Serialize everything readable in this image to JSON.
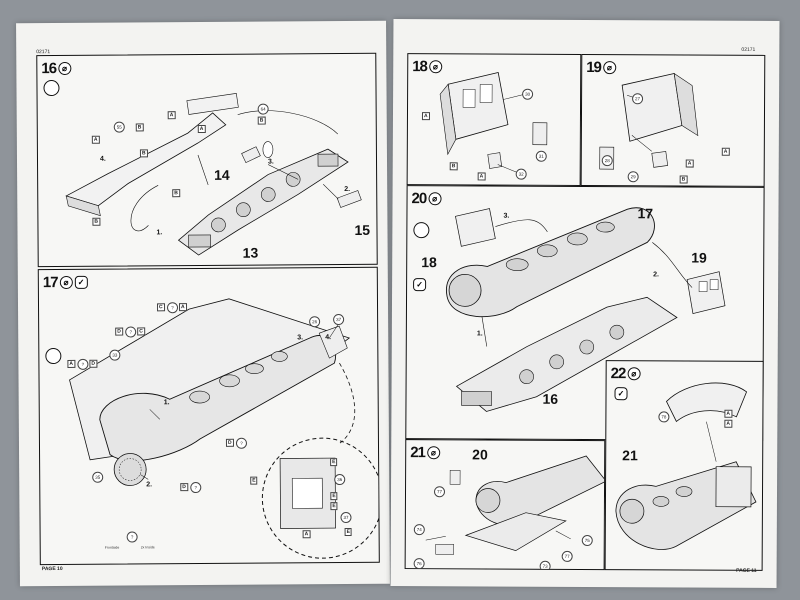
{
  "left_page": {
    "code": "02171",
    "page_label": "PAGE 10",
    "panels": [
      {
        "step": "16",
        "icons": [
          "glue-icon",
          "clock-icon"
        ],
        "parts": [
          "14",
          "13",
          "15"
        ],
        "small_parts": [
          "55",
          "64"
        ],
        "arrows": [
          "1.",
          "2.",
          "3.",
          "4."
        ],
        "tags": [
          "A",
          "B",
          "A",
          "B",
          "B",
          "A",
          "B",
          "B"
        ]
      },
      {
        "step": "17",
        "icons": [
          "glue-icon",
          "paint-icon",
          "clock-icon"
        ],
        "small_parts": [
          "35",
          "37",
          "33",
          "26",
          "36",
          "37"
        ],
        "arrows": [
          "1.",
          "2.",
          "3.",
          "4."
        ],
        "tags": [
          "C",
          "A",
          "D",
          "C",
          "A",
          "D",
          "D",
          "D",
          "E",
          "E",
          "E",
          "E",
          "E",
          "A"
        ],
        "callouts": [
          "?",
          "?",
          "?",
          "?",
          "?",
          "?"
        ],
        "notes": [
          "Frontside",
          "2x Inside"
        ]
      }
    ]
  },
  "right_page": {
    "code": "02171",
    "page_label": "PAGE 11",
    "panels": [
      {
        "step": "18",
        "icons": [
          "glue-icon"
        ],
        "small_parts": [
          "30",
          "31",
          "32"
        ],
        "tags": [
          "A",
          "B",
          "A"
        ]
      },
      {
        "step": "19",
        "icons": [
          "glue-icon"
        ],
        "small_parts": [
          "27",
          "28",
          "29"
        ],
        "tags": [
          "A",
          "A",
          "B"
        ]
      },
      {
        "step": "20",
        "icons": [
          "glue-icon",
          "clock-icon",
          "paint-icon"
        ],
        "parts": [
          "17",
          "18",
          "19",
          "16"
        ],
        "arrows": [
          "1.",
          "2.",
          "3."
        ]
      },
      {
        "step": "21",
        "icons": [
          "glue-icon"
        ],
        "parts": [
          "20"
        ],
        "small_parts": [
          "77",
          "74",
          "76",
          "75",
          "77",
          "73"
        ]
      },
      {
        "step": "22",
        "icons": [
          "glue-icon",
          "paint-icon"
        ],
        "parts": [
          "21"
        ],
        "small_parts": [
          "78"
        ],
        "tags": [
          "A",
          "A"
        ]
      }
    ]
  }
}
